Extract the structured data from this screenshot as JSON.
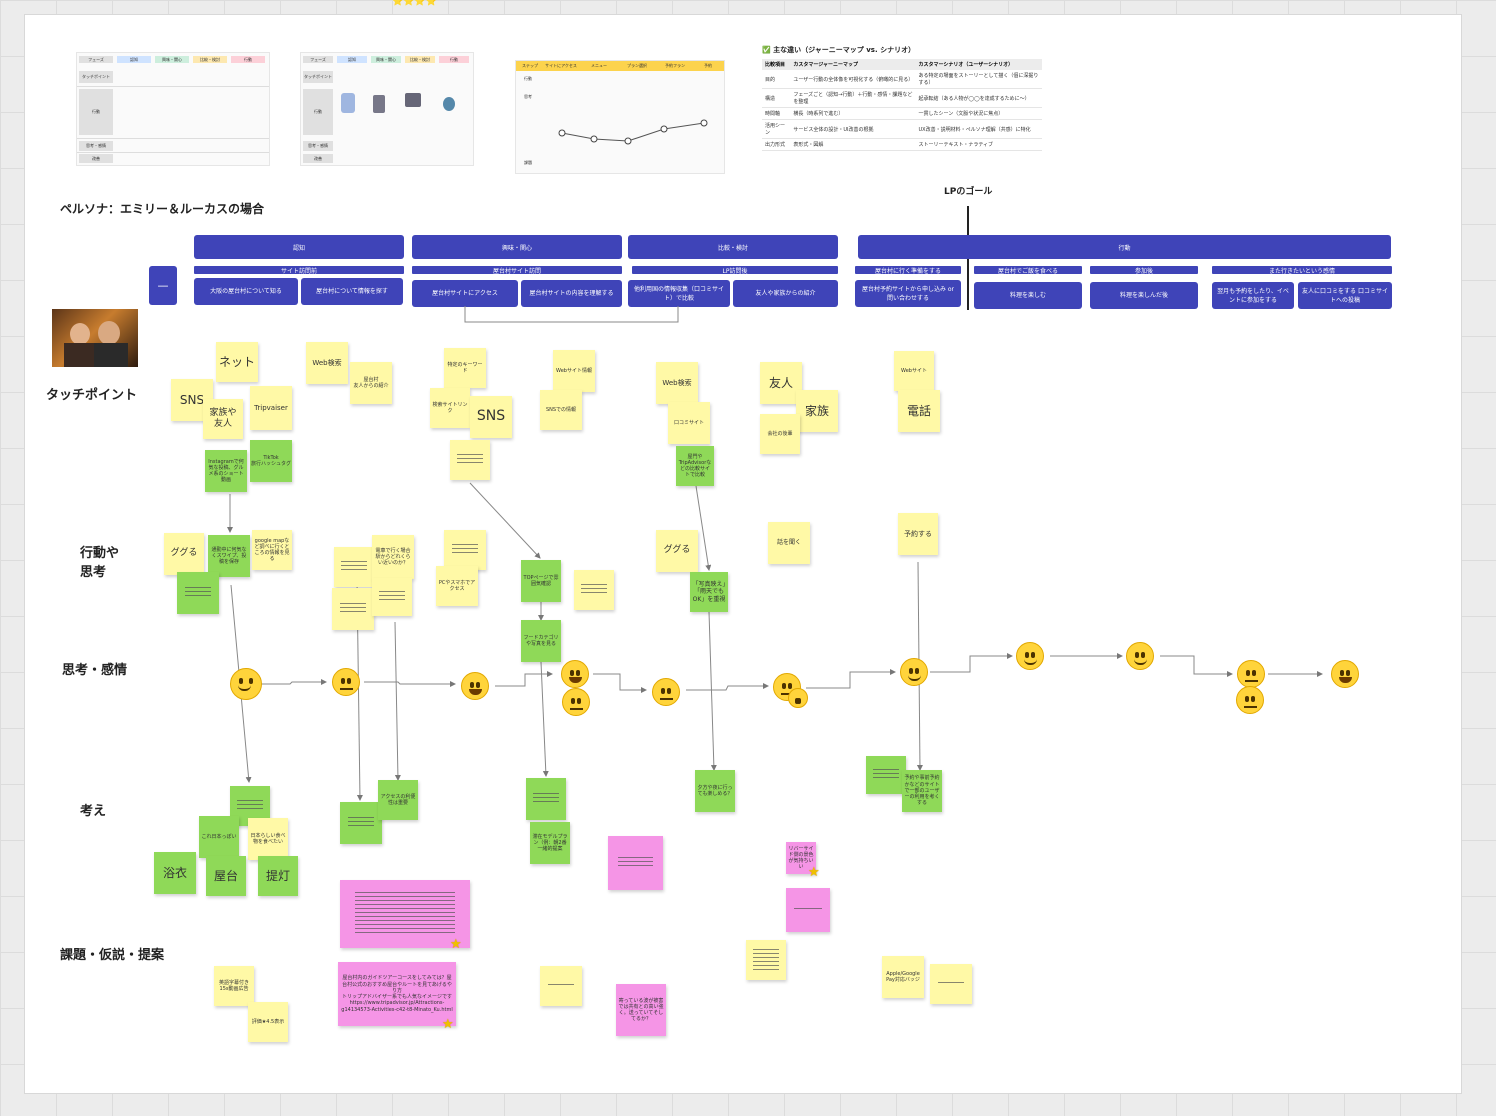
{
  "top_stars": "⭐⭐⭐⭐",
  "thumbs": {
    "t1": {
      "header": "フェーズ",
      "phases": [
        "認知",
        "興味・関心",
        "比較・検討",
        "行動"
      ],
      "rows": [
        "タッチポイント",
        "行動",
        "思考・感情",
        "改善"
      ]
    },
    "t2": {
      "header": "フェーズ",
      "phases": [
        "認知",
        "興味・関心",
        "比較・検討",
        "行動"
      ],
      "rows": [
        "タッチポイント",
        "行動",
        "思考・感情",
        "改善"
      ]
    },
    "t3": {
      "header": "ステップ",
      "cols": [
        "サイトにアクセス",
        "メニュー",
        "プラン選択",
        "予約フラン",
        "予約"
      ],
      "rows": [
        "行動",
        "思考",
        "課題"
      ]
    },
    "cmp": {
      "title": "✅ 主な違い（ジャーニーマップ vs. シナリオ）",
      "head": [
        "比較項目",
        "カスタマージャーニーマップ",
        "カスタマーシナリオ（ユーザーシナリオ）"
      ],
      "rows": [
        [
          "目的",
          "ユーザー行動の全体像を可視化する（俯瞰的に見る）",
          "ある特定の場面をストーリーとして描く（個に深掘りする）"
        ],
        [
          "構造",
          "フェーズごと（認知→行動）＋行動・感情・課題などを整理",
          "起承転結（ある人物が◯◯を達成するために〜）"
        ],
        [
          "時間軸",
          "横長（時系列で進む）",
          "一貫したシーン（文脈や状況に焦点）"
        ],
        [
          "活用シーン",
          "サービス全体の設計・UI改善の根拠",
          "UX改善・説明材料・ペルソナ理解（共感）に特化"
        ],
        [
          "出力形式",
          "表形式・図解",
          "ストーリーテキスト・ナラティブ"
        ]
      ]
    }
  },
  "lp_goal": "LPのゴール",
  "persona_title": "ペルソナ：エミリー＆ルーカスの場合",
  "collapse_button": "—",
  "phases": [
    "認知",
    "興味・関心",
    "比較・検討",
    "行動"
  ],
  "subphases": [
    "サイト訪問前",
    "屋台村サイト訪問",
    "LP訪問後",
    "屋台村に行く準備をする",
    "屋台村でご飯を食べる",
    "参加後",
    "また行きたいという感情"
  ],
  "steps": [
    "大阪の屋台村について知る",
    "屋台村について情報を探す",
    "屋台村サイトにアクセス",
    "屋台村サイトの内容を理解する",
    "他利用国の情報収集（口コミサイト）で比較",
    "友人や家族からの紹介",
    "屋台村予約サイトから申し込み or 問い合わせする",
    "料理を楽しむ",
    "料理を楽しんだ後",
    "翌月も予約をしたり、イベントに参加をする",
    "友人に口コミをする 口コミサイトへの投稿"
  ],
  "row_labels": {
    "touch": "タッチポイント",
    "action": "行動や\n思考",
    "emotion": "思考・感情",
    "idea": "考え",
    "issue": "課題・仮説・提案"
  },
  "notes": {
    "net": "ネット",
    "sns1": "SNS",
    "family1": "家族や\n友人",
    "trip": "Tripvaiser",
    "insta": "Instagramで何気な投稿、グルメ系のショート動画",
    "tiktok": "TikTok\n旅行ハッシュタグ",
    "web1": "Web検索",
    "web1b": "屋台村\n友人からの紹介",
    "kw": "特定のキーワード",
    "search": "検索サイトリンク",
    "sns2": "SNS",
    "website": "Webサイト情報",
    "snsinfo": "SNSでの情報",
    "web2": "Web検索",
    "review": "口コミサイト",
    "friend": "友人",
    "kazoku": "家族",
    "coworker": "会社の後輩",
    "compare": "屋門やTripAdvisorなどの比較サイトで比較",
    "website2": "Webサイト",
    "phone": "電話",
    "gugu1": "ググる",
    "commute": "通勤中に何気なくスワイプ、投稿を保存",
    "gmap": "google mapなど調べに行くところの情報を見る",
    "train": "電車で行く場合駅からどれくらい近いのか？",
    "pc": "PCやスマホでアクセス",
    "top": "TOPページで雰囲気確認",
    "food": "フードカテゴリや写真を見る",
    "gugu2": "ググる",
    "ask": "話を聞く",
    "photo": "「写真映え」「雨天でもOK」を重視",
    "reserve": "予約する",
    "access": "アクセスの利便性は重要",
    "eng": "英語字幕付き15s動画広告",
    "rating": "評価★4.5表示",
    "crowd": "これ日本っぽい",
    "want": "日本らしい食べ物を食べたい",
    "yukata": "浴衣",
    "yatai": "屋台",
    "chochin": "提灯",
    "riverside": "リバーサイド側の景色が気持ちいい",
    "model": "滞在モデルプラン（例：朝2番一緒的提案",
    "night": "夕方や夜に行っても楽しめる？",
    "needs": "予約や事前予約かなどのサイトで一部のユーザーの利用を考くする",
    "payment": "Apple/Google Pay対応バッジ",
    "issue_pink": "屋台村内のガイドツアーコースをしてみては？屋台村公式のおすすめ屋台やルートを見てあげるやり方\nトリップアドバイザー系でも人気なイメージです\nhttps://www.tripadvisor.jp/Attractions-g14134573-Activities-c42-t8-Minato_Ku.html",
    "wind": "寄っている波が被害では共有との高い強く。送っていてそしてるか？"
  }
}
